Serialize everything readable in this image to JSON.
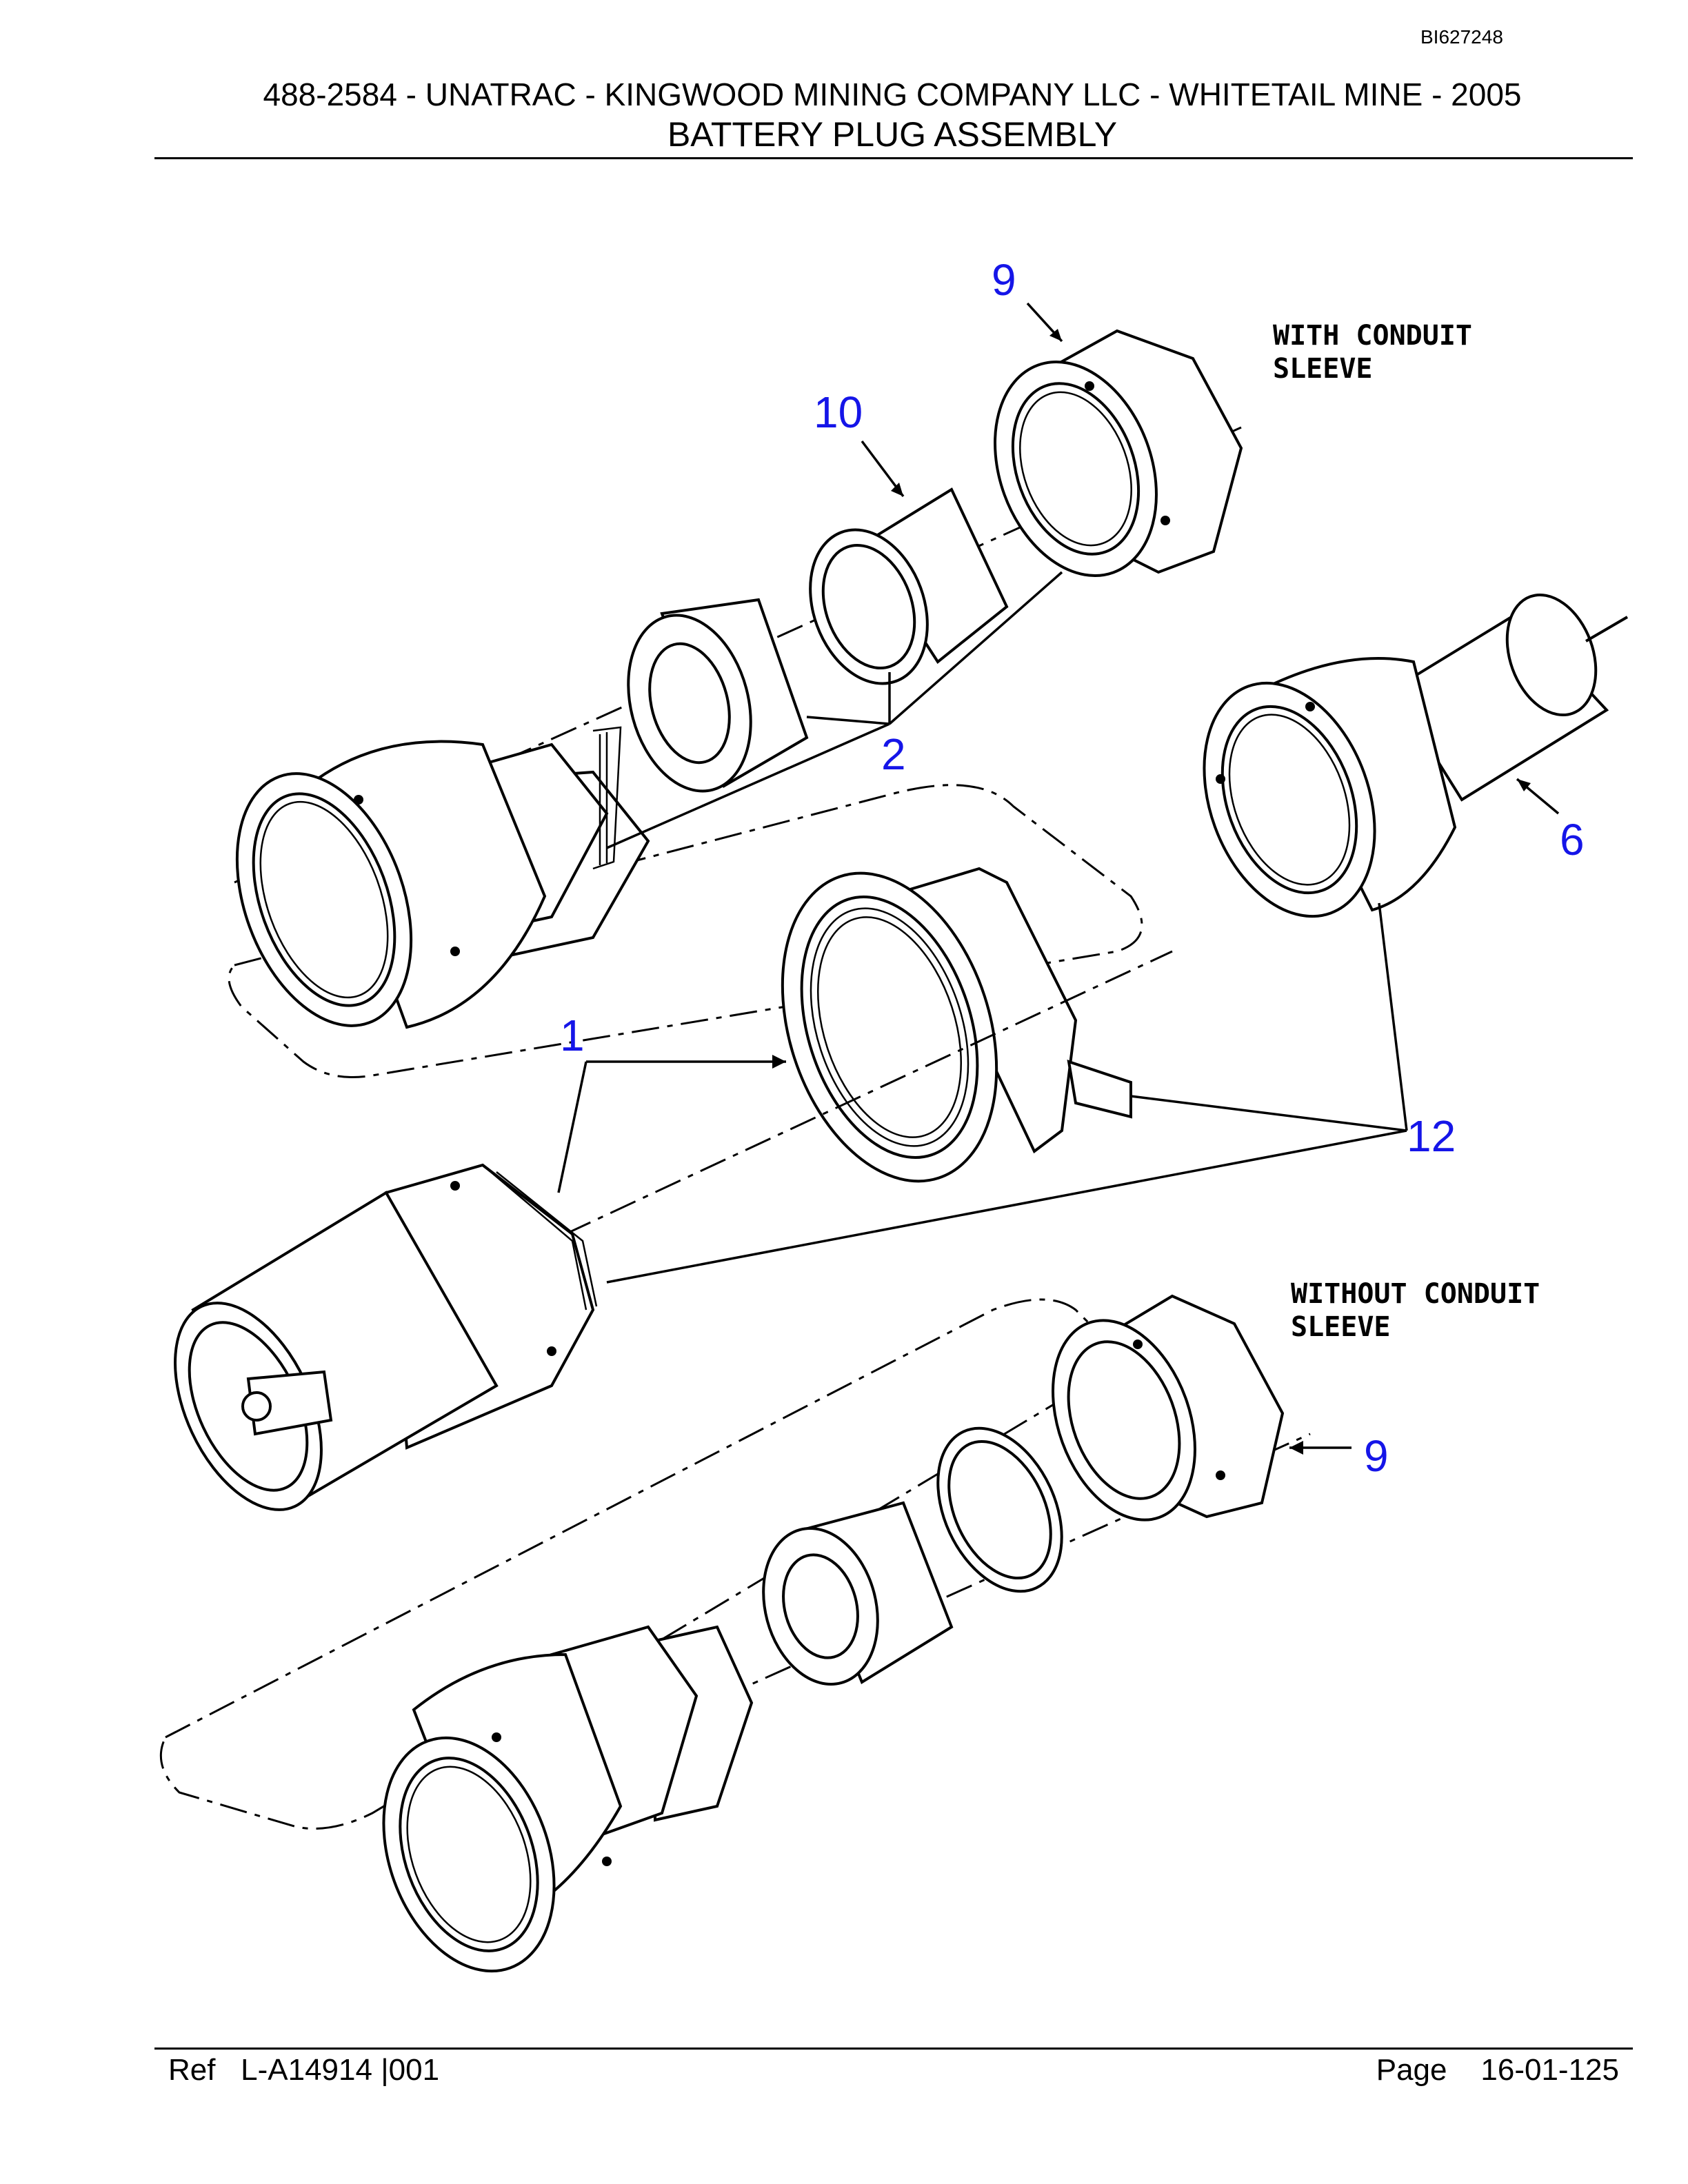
{
  "header": {
    "doc_id": "BI627248",
    "title_line1": "488-2584 - UNATRAC - KINGWOOD MINING COMPANY LLC - WHITETAIL MINE - 2005",
    "title_line2": "BATTERY PLUG ASSEMBLY"
  },
  "notes": {
    "with_conduit_l1": "WITH CONDUIT",
    "with_conduit_l2": "SLEEVE",
    "without_conduit_l1": "WITHOUT CONDUIT",
    "without_conduit_l2": "SLEEVE"
  },
  "callouts": {
    "c9_top": "9",
    "c10": "10",
    "c2": "2",
    "c6": "6",
    "c1": "1",
    "c12": "12",
    "c9_bottom": "9"
  },
  "footer": {
    "ref": "Ref   L-A14914 |001",
    "page": "Page    16-01-125"
  },
  "colors": {
    "callout": "#1515e8",
    "line": "#000000"
  }
}
